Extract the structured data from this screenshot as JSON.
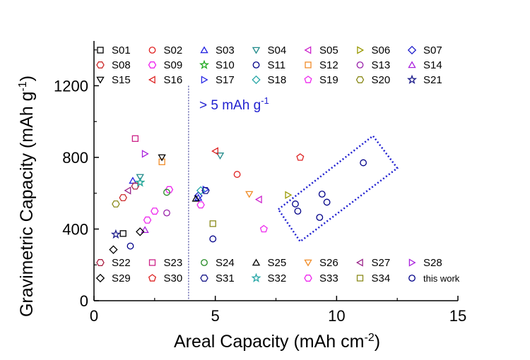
{
  "chart_data": {
    "type": "scatter",
    "title": "",
    "xlabel": "Areal Capacity (mAh cm",
    "xlabel_sup": "-2",
    "xlabel_close": ")",
    "ylabel": "Gravimetric Capacity (mAh g",
    "ylabel_sup": "-1",
    "ylabel_close": ")",
    "xlim": [
      0,
      15
    ],
    "ylim": [
      0,
      1450
    ],
    "xticks": [
      "0",
      "5",
      "10",
      "15"
    ],
    "yticks": [
      "0",
      "400",
      "800",
      "1200"
    ],
    "xtick_values": [
      0,
      5,
      10,
      15
    ],
    "ytick_values": [
      0,
      400,
      800,
      1200
    ],
    "grid": false,
    "legend_top_placement": "top",
    "legend_bottom_placement": "bottom",
    "annotation": {
      "text": "> 5 mAh g",
      "sup": "-1",
      "color": "#1f1fd0"
    },
    "divider_x": 3.9,
    "divider_y": [
      0,
      1200
    ],
    "highlight_box": {
      "polygon": [
        [
          7.6,
          510
        ],
        [
          11.5,
          920
        ],
        [
          12.5,
          740
        ],
        [
          8.5,
          330
        ]
      ],
      "color": "#1f1fd0"
    },
    "series": [
      {
        "name": "S01",
        "marker": "square",
        "color": "#000000",
        "points": [
          [
            1.2,
            375
          ]
        ]
      },
      {
        "name": "S02",
        "marker": "circle",
        "color": "#e02020",
        "points": [
          [
            5.9,
            705
          ]
        ]
      },
      {
        "name": "S03",
        "marker": "triangle-up",
        "color": "#2020e0",
        "points": [
          [
            1.6,
            670
          ],
          [
            4.3,
            575
          ]
        ]
      },
      {
        "name": "S04",
        "marker": "triangle-down",
        "color": "#208a8a",
        "points": [
          [
            1.9,
            690
          ],
          [
            5.2,
            810
          ]
        ]
      },
      {
        "name": "S05",
        "marker": "triangle-left",
        "color": "#cc22cc",
        "points": [
          [
            6.8,
            565
          ]
        ]
      },
      {
        "name": "S06",
        "marker": "triangle-right",
        "color": "#999900",
        "points": [
          [
            8.0,
            590
          ]
        ]
      },
      {
        "name": "S07",
        "marker": "diamond",
        "color": "#2222cc",
        "points": [
          [
            4.3,
            585
          ]
        ]
      },
      {
        "name": "S08",
        "marker": "hexagon",
        "color": "#cc2a2a",
        "points": [
          [
            1.2,
            575
          ]
        ]
      },
      {
        "name": "S09",
        "marker": "hexagon",
        "color": "#ee22ee",
        "points": [
          [
            3.1,
            620
          ]
        ]
      },
      {
        "name": "S10",
        "marker": "star",
        "color": "#22aa22",
        "points": [
          [
            1.9,
            660
          ]
        ]
      },
      {
        "name": "S11",
        "marker": "circle",
        "color": "#000088",
        "points": [
          [
            1.5,
            305
          ],
          [
            4.9,
            345
          ]
        ]
      },
      {
        "name": "S12",
        "marker": "square",
        "color": "#f08c28",
        "points": [
          [
            2.8,
            775
          ]
        ]
      },
      {
        "name": "S13",
        "marker": "circle",
        "color": "#9922aa",
        "points": [
          [
            3.0,
            490
          ]
        ]
      },
      {
        "name": "S14",
        "marker": "triangle-up",
        "color": "#aa22dd",
        "points": [
          [
            2.1,
            395
          ]
        ]
      },
      {
        "name": "S15",
        "marker": "triangle-down",
        "color": "#000000",
        "points": [
          [
            2.8,
            800
          ]
        ]
      },
      {
        "name": "S16",
        "marker": "triangle-left",
        "color": "#dd2222",
        "points": [
          [
            5.0,
            835
          ]
        ]
      },
      {
        "name": "S17",
        "marker": "triangle-right",
        "color": "#2a2ae6",
        "points": [
          [
            4.6,
            620
          ]
        ]
      },
      {
        "name": "S18",
        "marker": "diamond",
        "color": "#2aa8a8",
        "points": [
          [
            4.4,
            615
          ]
        ]
      },
      {
        "name": "S19",
        "marker": "pentagon",
        "color": "#ee28ee",
        "points": [
          [
            7.0,
            400
          ]
        ]
      },
      {
        "name": "S20",
        "marker": "hexagon",
        "color": "#8a8a1a",
        "points": [
          [
            0.9,
            540
          ]
        ]
      },
      {
        "name": "S21",
        "marker": "star",
        "color": "#1a1a8a",
        "points": [
          [
            0.9,
            370
          ]
        ]
      },
      {
        "name": "S22",
        "marker": "hexagon",
        "color": "#aa2244",
        "points": [
          [
            1.7,
            640
          ]
        ]
      },
      {
        "name": "S23",
        "marker": "square",
        "color": "#cc2288",
        "points": [
          [
            1.7,
            905
          ]
        ]
      },
      {
        "name": "S24",
        "marker": "circle",
        "color": "#228822",
        "points": [
          [
            3.0,
            605
          ]
        ]
      },
      {
        "name": "S25",
        "marker": "triangle-up",
        "color": "#000000",
        "points": [
          [
            4.2,
            570
          ]
        ]
      },
      {
        "name": "S26",
        "marker": "triangle-down",
        "color": "#f08c28",
        "points": [
          [
            6.4,
            595
          ]
        ]
      },
      {
        "name": "S27",
        "marker": "triangle-left",
        "color": "#992288",
        "points": [
          [
            1.4,
            615
          ]
        ]
      },
      {
        "name": "S28",
        "marker": "triangle-right",
        "color": "#aa22dd",
        "points": [
          [
            2.1,
            820
          ]
        ]
      },
      {
        "name": "S29",
        "marker": "diamond",
        "color": "#000000",
        "points": [
          [
            0.8,
            285
          ],
          [
            1.9,
            385
          ]
        ]
      },
      {
        "name": "S30",
        "marker": "pentagon",
        "color": "#dd2222",
        "points": [
          [
            8.5,
            800
          ]
        ]
      },
      {
        "name": "S31",
        "marker": "hexagon",
        "color": "#1a1a8a",
        "points": [
          [
            4.6,
            615
          ]
        ]
      },
      {
        "name": "S32",
        "marker": "star",
        "color": "#2aa8a8",
        "points": [
          [
            1.9,
            660
          ]
        ]
      },
      {
        "name": "S33",
        "marker": "hexagon",
        "color": "#ee28ee",
        "points": [
          [
            2.5,
            500
          ],
          [
            2.2,
            450
          ],
          [
            4.4,
            535
          ]
        ]
      },
      {
        "name": "S34",
        "marker": "square",
        "color": "#8a8a1a",
        "points": [
          [
            4.9,
            430
          ]
        ]
      },
      {
        "name": "this work",
        "marker": "circle",
        "color": "#000088",
        "points": [
          [
            8.3,
            540
          ],
          [
            8.4,
            500
          ],
          [
            9.3,
            465
          ],
          [
            9.4,
            595
          ],
          [
            9.6,
            550
          ],
          [
            11.1,
            770
          ]
        ]
      }
    ],
    "legend_top": [
      "S01",
      "S02",
      "S03",
      "S04",
      "S05",
      "S06",
      "S07",
      "S08",
      "S09",
      "S10",
      "S11",
      "S12",
      "S13",
      "S14",
      "S15",
      "S16",
      "S17",
      "S18",
      "S19",
      "S20",
      "S21"
    ],
    "legend_bottom": [
      "S22",
      "S23",
      "S24",
      "S25",
      "S26",
      "S27",
      "S28",
      "S29",
      "S30",
      "S31",
      "S32",
      "S33",
      "S34",
      "this work"
    ]
  }
}
